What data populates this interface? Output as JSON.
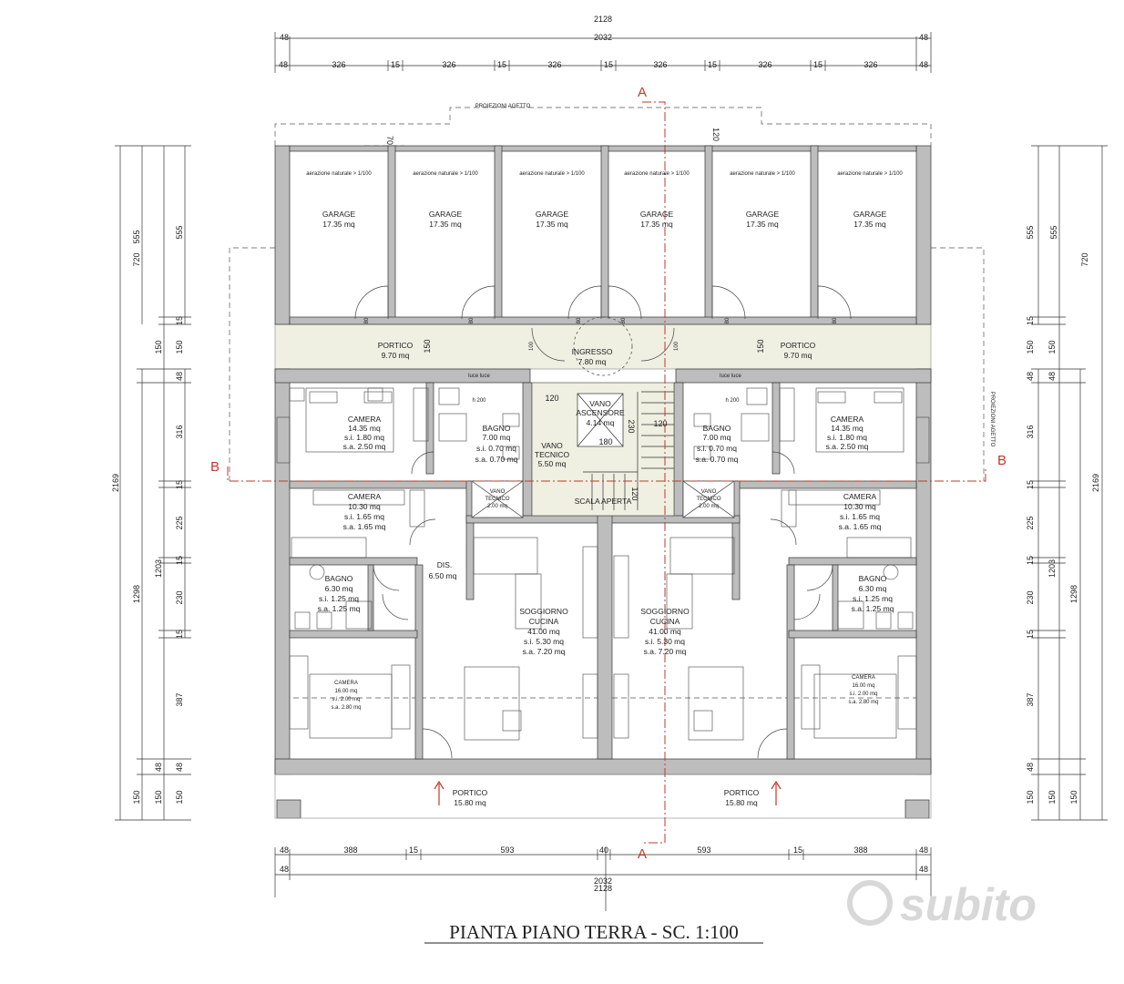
{
  "title": "PIANTA PIANO TERRA - SC. 1:100",
  "watermark": "subito",
  "section_labels": {
    "a_top": "A",
    "a_bottom": "A",
    "b_left": "B",
    "b_right": "B"
  },
  "dims_top": {
    "total_outer": "2128",
    "total_inner": "2032",
    "edge_left": "48",
    "edge_right": "48",
    "chain": [
      "48",
      "326",
      "15",
      "326",
      "15",
      "326",
      "15",
      "326",
      "15",
      "326",
      "15",
      "326",
      "48"
    ]
  },
  "dims_bottom": {
    "chain": [
      "48",
      "388",
      "15",
      "593",
      "40",
      "593",
      "15",
      "388",
      "48"
    ],
    "total_inner": "2032",
    "total_outer": "2128",
    "edge_left": "48",
    "edge_right": "48"
  },
  "dims_left": {
    "col_a_total": "2169",
    "col_b_upper": "720",
    "col_b_lower": "1298",
    "col_c_lower": "1203",
    "chain": [
      "555",
      "15",
      "150",
      "48",
      "316",
      "15",
      "225",
      "15",
      "230",
      "15",
      "387",
      "48",
      "150"
    ],
    "misc": [
      "150",
      "150",
      "48",
      "150"
    ]
  },
  "dims_right": {
    "col_a_total": "2169",
    "col_b_upper": "720",
    "col_b_lower": "1298",
    "col_c_lower": "1203",
    "chain": [
      "555",
      "15",
      "150",
      "48",
      "316",
      "15",
      "225",
      "15",
      "230",
      "15",
      "387",
      "48",
      "150"
    ],
    "misc": [
      "555",
      "150",
      "48",
      "150",
      "150"
    ]
  },
  "proiezione_top": "PROIEZIONI AGETTO",
  "proiezione_right": "PROIEZIONI AGETTO",
  "inner_dims": {
    "d70": "70",
    "d120": "120",
    "d180": "180",
    "d230": "230",
    "d120b": "120",
    "d120c": "120",
    "d150l": "150",
    "d150r": "150",
    "d120s": "120"
  },
  "garage_note": "aerazione naturale > 1/100",
  "garages": [
    {
      "name": "GARAGE",
      "area": "17.35 mq"
    },
    {
      "name": "GARAGE",
      "area": "17.35 mq"
    },
    {
      "name": "GARAGE",
      "area": "17.35 mq"
    },
    {
      "name": "GARAGE",
      "area": "17.35 mq"
    },
    {
      "name": "GARAGE",
      "area": "17.35 mq"
    },
    {
      "name": "GARAGE",
      "area": "17.35 mq"
    }
  ],
  "door_labels": [
    "80",
    "80",
    "80",
    "80",
    "80",
    "80",
    "100",
    "100"
  ],
  "portico_left": {
    "name": "PORTICO",
    "area": "9.70 mq"
  },
  "portico_right": {
    "name": "PORTICO",
    "area": "9.70 mq"
  },
  "ingresso": {
    "name": "INGRESSO",
    "area": "7.80 mq"
  },
  "vano_ascensore": {
    "name1": "VANO",
    "name2": "ASCENSORE",
    "area": "4.14 mq"
  },
  "vano_tecnico_center": {
    "name1": "VANO",
    "name2": "TECNICO",
    "area": "5.50 mq"
  },
  "scala": "SCALA APERTA",
  "vano_tecnico_left": {
    "name1": "VANO",
    "name2": "TECNICO",
    "area": "2.00 mq"
  },
  "vano_tecnico_right": {
    "name1": "VANO",
    "name2": "TECNICO",
    "area": "2.00 mq"
  },
  "luce": "luce luce",
  "h200": "h 200",
  "left_apt": {
    "camera1": {
      "name": "CAMERA",
      "area": "14.35 mq",
      "si": "s.i. 1.80 mq",
      "sa": "s.a. 2.50 mq"
    },
    "bagno1": {
      "name": "BAGNO",
      "area": "7.00 mq",
      "si": "s.i. 0.70 mq",
      "sa": "s.a. 0.70 mq"
    },
    "camera2": {
      "name": "CAMERA",
      "area": "10.30 mq",
      "si": "s.i. 1.65 mq",
      "sa": "s.a. 1.65 mq"
    },
    "dis": {
      "name": "DIS.",
      "area": "6.50 mq"
    },
    "bagno2": {
      "name": "BAGNO",
      "area": "6.30 mq",
      "si": "s.i. 1.25 mq",
      "sa": "s.a. 1.25 mq"
    },
    "soggiorno": {
      "name1": "SOGGIORNO",
      "name2": "CUCINA",
      "area": "41.00 mq",
      "si": "s.i. 5.30 mq",
      "sa": "s.a. 7.20 mq"
    },
    "camera3": {
      "name": "CAMERA",
      "area": "16.00 mq",
      "si": "s.i. 2.00 mq",
      "sa": "s.a. 2.80 mq"
    },
    "portico": {
      "name": "PORTICO",
      "area": "15.80 mq"
    }
  },
  "right_apt": {
    "camera1": {
      "name": "CAMERA",
      "area": "14.35 mq",
      "si": "s.i. 1.80 mq",
      "sa": "s.a. 2.50 mq"
    },
    "bagno1": {
      "name": "BAGNO",
      "area": "7.00 mq",
      "si": "s.i. 0.70 mq",
      "sa": "s.a. 0.70 mq"
    },
    "camera2": {
      "name": "CAMERA",
      "area": "10.30 mq",
      "si": "s.i. 1.65 mq",
      "sa": "s.a. 1.65 mq"
    },
    "bagno2": {
      "name": "BAGNO",
      "area": "6.30 mq",
      "si": "s.i. 1.25 mq",
      "sa": "s.a. 1.25 mq"
    },
    "soggiorno": {
      "name1": "SOGGIORNO",
      "name2": "CUCINA",
      "area": "41.00 mq",
      "si": "s.i. 5.30 mq",
      "sa": "s.a. 7.20 mq"
    },
    "camera3": {
      "name": "CAMERA",
      "area": "16.00 mq",
      "si": "s.i. 2.00 mq",
      "sa": "s.a. 2.80 mq"
    },
    "portico": {
      "name": "PORTICO",
      "area": "15.80 mq"
    }
  },
  "colors": {
    "wall": "#bdbdbd",
    "portico_fill": "#efefe2",
    "section_line": "#c0392b",
    "stair_fill": "#efefe2",
    "line": "#333333"
  }
}
